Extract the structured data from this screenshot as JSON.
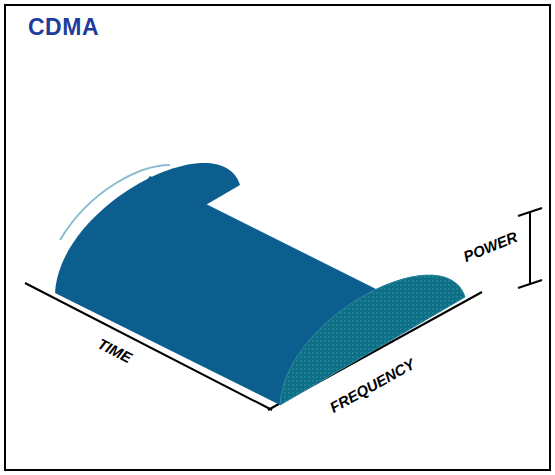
{
  "diagram": {
    "title": "CDMA",
    "labels": [
      "TIME",
      "FREQUENCY",
      "POWER"
    ]
  }
}
